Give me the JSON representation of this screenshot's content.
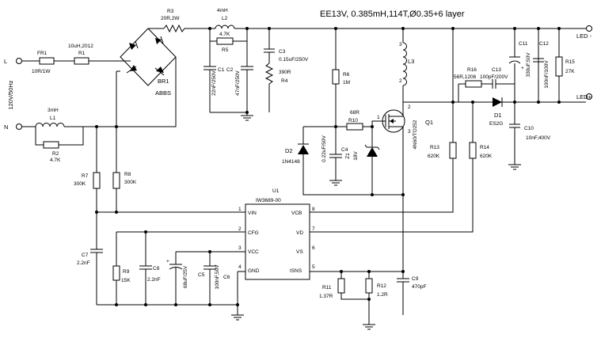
{
  "title": "EE13V, 0.385mH,114T,Ø0.35+6  layer",
  "terminals": {
    "L": "L",
    "N": "N",
    "mains": "120V/50Hz",
    "led_neg": "LED -",
    "led_pos": "LED+"
  },
  "components": {
    "FR1": {
      "ref": "FR1",
      "value": "10R/1W"
    },
    "R1": {
      "ref": "R1",
      "value": "10uH,2012"
    },
    "L1": {
      "ref": "L1",
      "value": "3mH"
    },
    "R2": {
      "ref": "R2",
      "value": "4.7K"
    },
    "BR1": {
      "ref": "BR1",
      "value": "ABBS"
    },
    "R3": {
      "ref": "R3",
      "value": "20R,2W"
    },
    "L2": {
      "ref": "L2",
      "value": "4mH"
    },
    "R5": {
      "ref": "R5",
      "value": "4.7K"
    },
    "C1": {
      "ref": "C1",
      "value": "22nF/250V"
    },
    "C2": {
      "ref": "C2",
      "value": "47nF/250V"
    },
    "C3": {
      "ref": "C3",
      "value": "0.15uF/250V"
    },
    "R4": {
      "ref": "R4",
      "value": "390R"
    },
    "R6": {
      "ref": "R6",
      "value": "1M"
    },
    "L3": {
      "ref": "L3"
    },
    "R10": {
      "ref": "R10",
      "value": "68R"
    },
    "C4": {
      "ref": "C4",
      "value": "0.22uF/50V"
    },
    "D2": {
      "ref": "D2",
      "value": "1N4148"
    },
    "Z1": {
      "ref": "Z1",
      "value": "18V"
    },
    "Q1": {
      "ref": "Q1",
      "value": "4N60/TO252"
    },
    "R16": {
      "ref": "R16",
      "value": "56R,1206"
    },
    "C13": {
      "ref": "C13",
      "value": "100pF/200V"
    },
    "C11": {
      "ref": "C11",
      "value": "330uF,50V"
    },
    "C12": {
      "ref": "C12",
      "value": "100nF/100V"
    },
    "R15": {
      "ref": "R15",
      "value": "27K"
    },
    "D1": {
      "ref": "D1",
      "value": "ES2G"
    },
    "C10": {
      "ref": "C10",
      "value": "10nF,400V"
    },
    "R13": {
      "ref": "R13",
      "value": "620K"
    },
    "R14": {
      "ref": "R14",
      "value": "620K"
    },
    "R7": {
      "ref": "R7",
      "value": "300K"
    },
    "R8": {
      "ref": "R8",
      "value": "300K"
    },
    "C7": {
      "ref": "C7",
      "value": "2.2nF"
    },
    "R9": {
      "ref": "R9",
      "value": "15K"
    },
    "C8": {
      "ref": "C8",
      "value": "2.2nF"
    },
    "C5": {
      "ref": "C5",
      "value": "68uF/25V"
    },
    "C6": {
      "ref": "C6",
      "value": "100nF,50V"
    },
    "R11": {
      "ref": "R11",
      "value": "1.37R"
    },
    "R12": {
      "ref": "R12",
      "value": "1.2R"
    },
    "C9": {
      "ref": "C9",
      "value": "470pF"
    }
  },
  "ic": {
    "ref": "U1",
    "part": "IW3689-00",
    "pins": [
      {
        "num": "1",
        "name": "VIN"
      },
      {
        "num": "2",
        "name": "CFG"
      },
      {
        "num": "3",
        "name": "VCC"
      },
      {
        "num": "4",
        "name": "GND"
      },
      {
        "num": "8",
        "name": "VCB"
      },
      {
        "num": "7",
        "name": "VD"
      },
      {
        "num": "6",
        "name": "VS"
      },
      {
        "num": "5",
        "name": "ISNS"
      }
    ]
  },
  "q1_pins": {
    "gate": "1",
    "drain": "2",
    "source": "3"
  },
  "l3_pins": {
    "top": "3",
    "bottom": "2"
  },
  "polarity_plus": "+"
}
